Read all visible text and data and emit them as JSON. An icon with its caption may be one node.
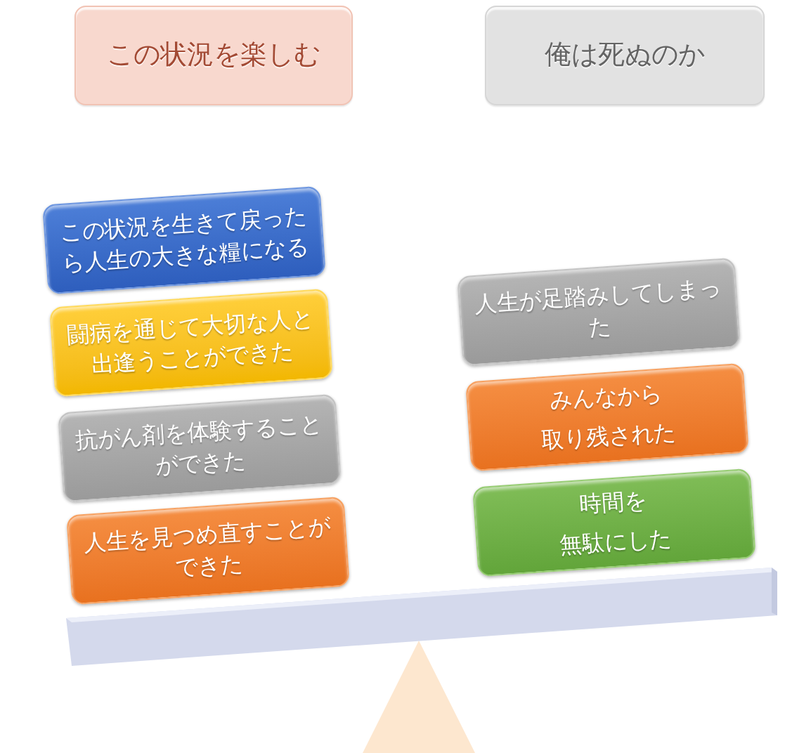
{
  "diagram": {
    "nodes": [
      {
        "text": [
          "この状況を楽しむ"
        ]
      },
      {
        "text": [
          "俺は死ぬのか"
        ]
      },
      {
        "text": [
          "この状況を生きて戻ったら人生の大きな糧になる"
        ]
      },
      {
        "text": [
          "闘病を通じて大切な人と出逢うことができた"
        ]
      },
      {
        "text": [
          "抗がん剤を体験することができた"
        ]
      },
      {
        "text": [
          "人生を見つめ直すことができた"
        ]
      },
      {
        "text": [
          "人生が足踏みしてしまった"
        ]
      },
      {
        "text": [
          "みんなから",
          "取り残された"
        ]
      },
      {
        "text": [
          "時間を",
          "無駄にした"
        ]
      }
    ]
  }
}
